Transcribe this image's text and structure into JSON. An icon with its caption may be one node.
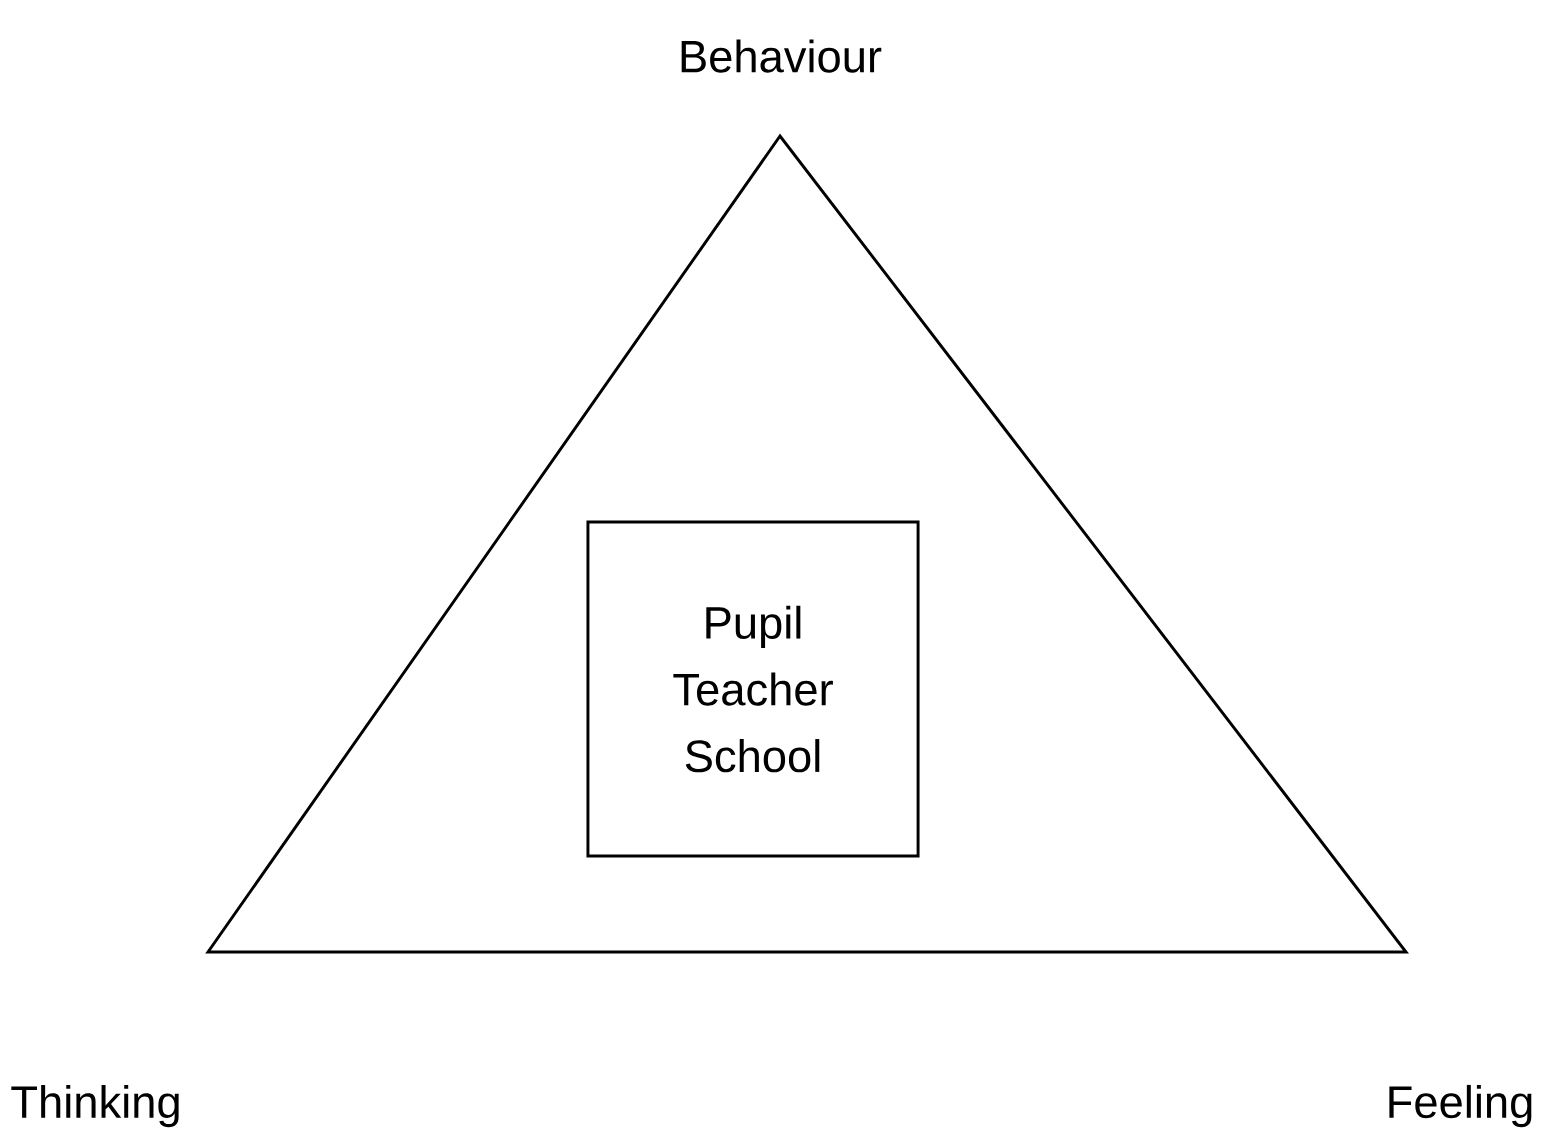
{
  "diagram": {
    "nodes": [
      {
        "text": [
          "Behaviour",
          "Thinking",
          "Feeling"
        ]
      },
      {
        "text": [
          "Pupil Teacher School"
        ],
        "in": 0
      }
    ]
  }
}
